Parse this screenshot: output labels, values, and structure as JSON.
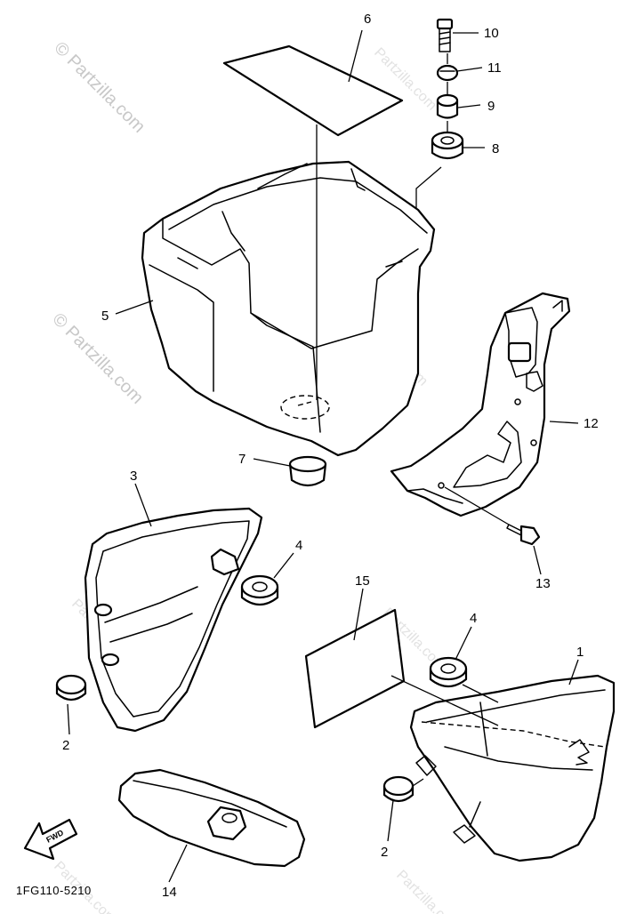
{
  "watermark": {
    "text": "© Partzilla.com",
    "text_partial": "Partzilla.com"
  },
  "callouts": {
    "c1": "1",
    "c2a": "2",
    "c2b": "2",
    "c3": "3",
    "c4a": "4",
    "c4b": "4",
    "c5": "5",
    "c6": "6",
    "c7": "7",
    "c8": "8",
    "c9": "9",
    "c10": "10",
    "c11": "11",
    "c12": "12",
    "c13": "13",
    "c14": "14",
    "c15": "15"
  },
  "diagram_code": "1FG110-5210",
  "fwd_label": "FWD"
}
